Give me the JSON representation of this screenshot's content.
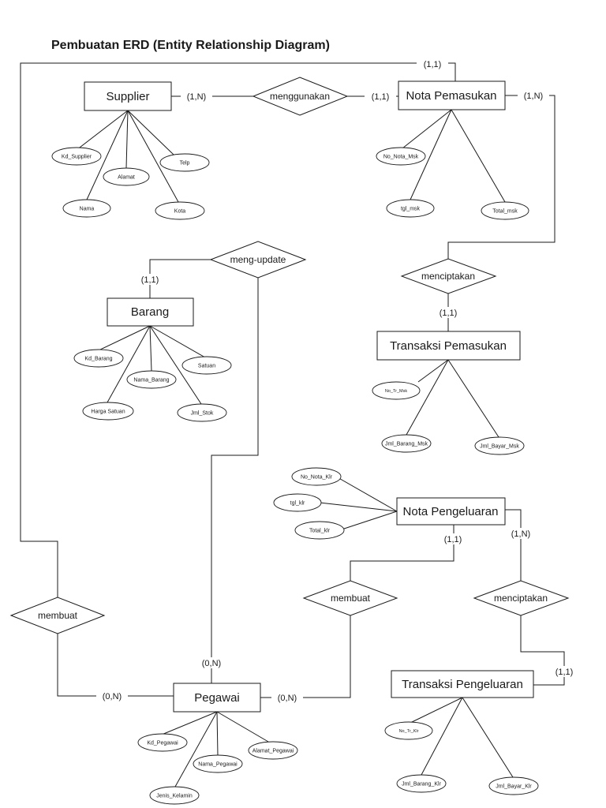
{
  "title": "Pembuatan ERD (Entity Relationship Diagram)",
  "entities": {
    "supplier": "Supplier",
    "nota_pemasukan": "Nota Pemasukan",
    "barang": "Barang",
    "transaksi_pemasukan": "Transaksi Pemasukan",
    "nota_pengeluaran": "Nota Pengeluaran",
    "pegawai": "Pegawai",
    "transaksi_pengeluaran": "Transaksi Pengeluaran"
  },
  "relationships": {
    "menggunakan": "menggunakan",
    "meng_update": "meng-update",
    "menciptakan_masuk": "menciptakan",
    "membuat_left": "membuat",
    "membuat_mid": "membuat",
    "menciptakan_keluar": "menciptakan"
  },
  "attributes": {
    "supplier": [
      "Kd_Supplier",
      "Alamat",
      "Telp",
      "Nama",
      "Kota"
    ],
    "nota_pemasukan": [
      "No_Nota_Msk",
      "tgl_msk",
      "Total_msk"
    ],
    "barang": [
      "Kd_Barang",
      "Nama_Barang",
      "Satuan",
      "Harga Satuan",
      "Jml_Stok"
    ],
    "transaksi_pemasukan": [
      "No_Tr_Msk",
      "Jml_Barang_Msk",
      "Jml_Bayar_Msk"
    ],
    "nota_pengeluaran": [
      "No_Nota_Klr",
      "tgl_klr",
      "Total_klr"
    ],
    "pegawai": [
      "Kd_Pegawai",
      "Nama_Pegawai",
      "Alamat_Pegawai",
      "Jenis_Kelamin"
    ],
    "transaksi_pengeluaran": [
      "No_Tr_Klr",
      "Jml_Barang_Klr",
      "Jml_Bayar_Klr"
    ]
  },
  "cardinalities": {
    "top_loop": "(1,1)",
    "supplier_menggunakan": "(1,N)",
    "nota_menggunakan": "(1,1)",
    "nota_pemasukan_right": "(1,N)",
    "barang_update": "(1,1)",
    "transaksi_masuk": "(1,1)",
    "nota_keluar_membuat": "(1,1)",
    "nota_keluar_menciptakan": "(1,N)",
    "transaksi_keluar": "(1,1)",
    "pegawai_top": "(0,N)",
    "pegawai_left": "(0,N)",
    "pegawai_right": "(0,N)"
  }
}
